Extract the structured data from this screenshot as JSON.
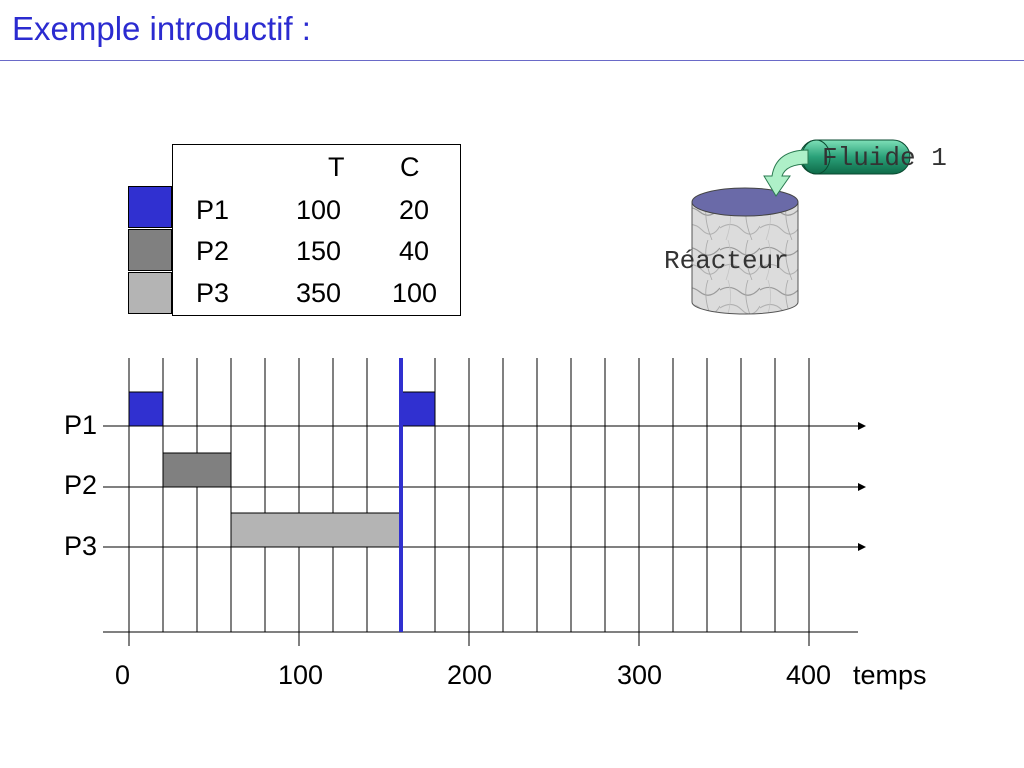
{
  "slide": {
    "title": "Exemple introductif :"
  },
  "legend": {
    "headers": [
      "T",
      "C"
    ],
    "rows": [
      {
        "name": "P1",
        "T": "100",
        "C": "20",
        "color": "#3030d0"
      },
      {
        "name": "P2",
        "T": "150",
        "C": "40",
        "color": "#808080"
      },
      {
        "name": "P3",
        "T": "350",
        "C": "100",
        "color": "#b4b4b4"
      }
    ]
  },
  "reactor": {
    "fluid_label": "Fluide 1",
    "reactor_label": "Réacteur",
    "pipe_color": "#2aa078",
    "lid_color": "#6a6aa8"
  },
  "schedule": {
    "x_ticks": [
      "0",
      "100",
      "200",
      "300",
      "400"
    ],
    "x_unit": "temps",
    "marker_time": 160,
    "marker_color": "#3030d0",
    "processes": [
      {
        "name": "P1",
        "color": "#3030d0",
        "bars": [
          {
            "start": 0,
            "end": 20
          },
          {
            "start": 160,
            "end": 180
          }
        ]
      },
      {
        "name": "P2",
        "color": "#808080",
        "bars": [
          {
            "start": 20,
            "end": 60
          }
        ]
      },
      {
        "name": "P3",
        "color": "#b4b4b4",
        "bars": [
          {
            "start": 60,
            "end": 160
          }
        ]
      }
    ]
  }
}
